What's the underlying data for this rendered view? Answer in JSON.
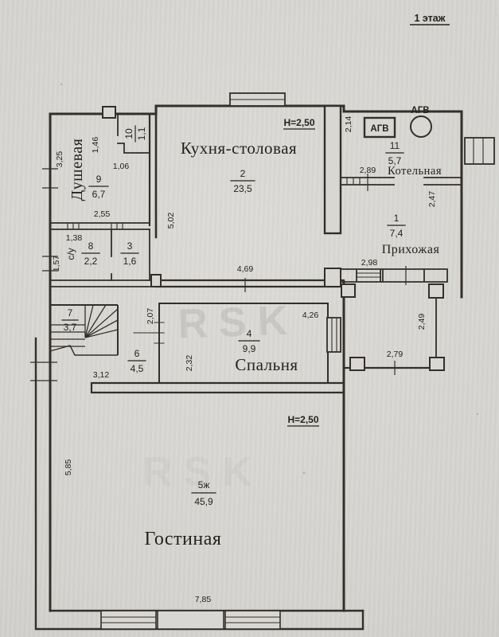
{
  "title": {
    "floor_label": "1 этаж"
  },
  "watermark": {
    "text": "RSK"
  },
  "rooms": {
    "kitchen": {
      "name": "Кухня-столовая",
      "number": "2",
      "area": "23,5",
      "ceiling_height": "Н=2,50"
    },
    "shower": {
      "name": "Душевая",
      "number": "9",
      "area": "6,7"
    },
    "storage": {
      "number": "10",
      "area": "1,1"
    },
    "wc": {
      "name": "с/у",
      "number": "8",
      "area": "2,2"
    },
    "pantry": {
      "number": "3",
      "area": "1,6"
    },
    "boiler": {
      "name": "Котельная",
      "number": "11",
      "area": "5,7",
      "agv_unit": "АГВ",
      "agv_tank": "АГВ"
    },
    "hall": {
      "name": "Прихожая",
      "number": "1",
      "area": "7,4"
    },
    "stair": {
      "number": "7",
      "area": "3,7"
    },
    "corridor": {
      "number": "6",
      "area": "4,5"
    },
    "bedroom": {
      "name": "Спальня",
      "number": "4",
      "area": "9,9"
    },
    "living": {
      "name": "Гостиная",
      "number": "5ж",
      "area": "45,9",
      "ceiling_height": "Н=2,50"
    }
  },
  "dims": {
    "shower_left": "3,25",
    "shower_mid": "1,46",
    "shower_bottom": "2,55",
    "storage_opening": "1,06",
    "wc_top": "1,38",
    "wc_left": "1,57",
    "kitchen_left": "5,02",
    "corridor_span": "4,69",
    "boiler_left": "2,14",
    "boiler_bottom": "2,89",
    "hall_right": "2,47",
    "hall_bottom": "2,98",
    "bedroom_top": "4,26",
    "bedroom_left_upper": "2,07",
    "bedroom_left_lower": "2,32",
    "porch_right": "2,49",
    "porch_bottom": "2,79",
    "corridor_bottom": "3,12",
    "living_left": "5,85",
    "living_bottom": "7,85"
  }
}
